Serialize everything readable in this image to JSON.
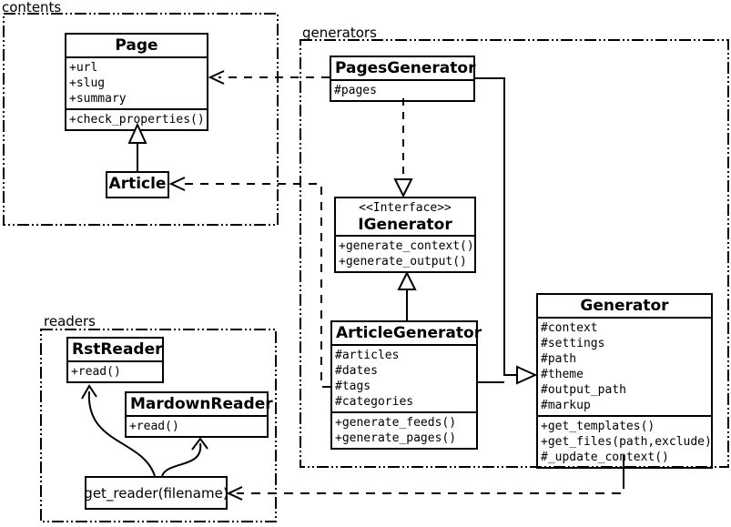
{
  "packages": {
    "contents": {
      "label": "contents"
    },
    "generators": {
      "label": "generators"
    },
    "readers": {
      "label": "readers"
    }
  },
  "classes": {
    "page": {
      "name": "Page",
      "attributes": [
        "+url",
        "+slug",
        "+summary"
      ],
      "methods": [
        "+check_properties()"
      ]
    },
    "article": {
      "name": "Article"
    },
    "pages_generator": {
      "name": "PagesGenerator",
      "attributes": [
        "#pages"
      ]
    },
    "igenerator": {
      "stereotype": "<<Interface>>",
      "name": "IGenerator",
      "methods": [
        "+generate_context()",
        "+generate_output()"
      ]
    },
    "article_generator": {
      "name": "ArticleGenerator",
      "attributes": [
        "#articles",
        "#dates",
        "#tags",
        "#categories"
      ],
      "methods": [
        "+generate_feeds()",
        "+generate_pages()"
      ]
    },
    "generator": {
      "name": "Generator",
      "attributes": [
        "#context",
        "#settings",
        "#path",
        "#theme",
        "#output_path",
        "#markup"
      ],
      "methods": [
        "+get_templates()",
        "+get_files(path,exclude)",
        "#_update_context()"
      ]
    },
    "rst_reader": {
      "name": "RstReader",
      "methods": [
        "+read()"
      ]
    },
    "markdown_reader": {
      "name": "MardownReader",
      "methods": [
        "+read()"
      ]
    },
    "get_reader": {
      "label": "get_reader(filename)"
    }
  },
  "colors": {
    "line": "#000000",
    "background": "#ffffff",
    "box_fill": "#ffffff"
  }
}
